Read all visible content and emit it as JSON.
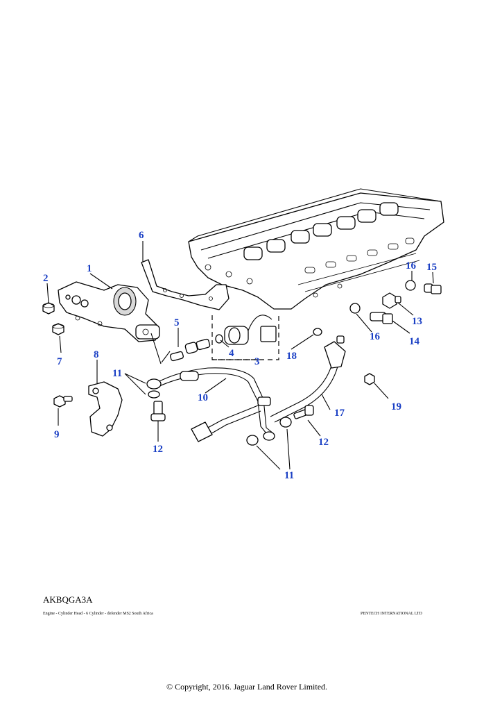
{
  "diagram": {
    "reference": "AKBQGA3A",
    "description": "Engine - Cylinder Head - 6 Cylinder - defender MS2 South Africa",
    "publisher": "PENTECH INTERNATIONAL LTD",
    "copyright": "© Copyright, 2016. Jaguar Land Rover Limited.",
    "callouts": [
      {
        "id": "c1",
        "label": "1"
      },
      {
        "id": "c2",
        "label": "2"
      },
      {
        "id": "c3",
        "label": "3"
      },
      {
        "id": "c4",
        "label": "4"
      },
      {
        "id": "c5",
        "label": "5"
      },
      {
        "id": "c6",
        "label": "6"
      },
      {
        "id": "c7",
        "label": "7"
      },
      {
        "id": "c8",
        "label": "8"
      },
      {
        "id": "c9",
        "label": "9"
      },
      {
        "id": "c10",
        "label": "10"
      },
      {
        "id": "c11a",
        "label": "11"
      },
      {
        "id": "c11b",
        "label": "11"
      },
      {
        "id": "c12a",
        "label": "12"
      },
      {
        "id": "c12b",
        "label": "12"
      },
      {
        "id": "c13",
        "label": "13"
      },
      {
        "id": "c14",
        "label": "14"
      },
      {
        "id": "c15",
        "label": "15"
      },
      {
        "id": "c16a",
        "label": "16"
      },
      {
        "id": "c16b",
        "label": "16"
      },
      {
        "id": "c17",
        "label": "17"
      },
      {
        "id": "c18",
        "label": "18"
      },
      {
        "id": "c19",
        "label": "19"
      }
    ]
  }
}
